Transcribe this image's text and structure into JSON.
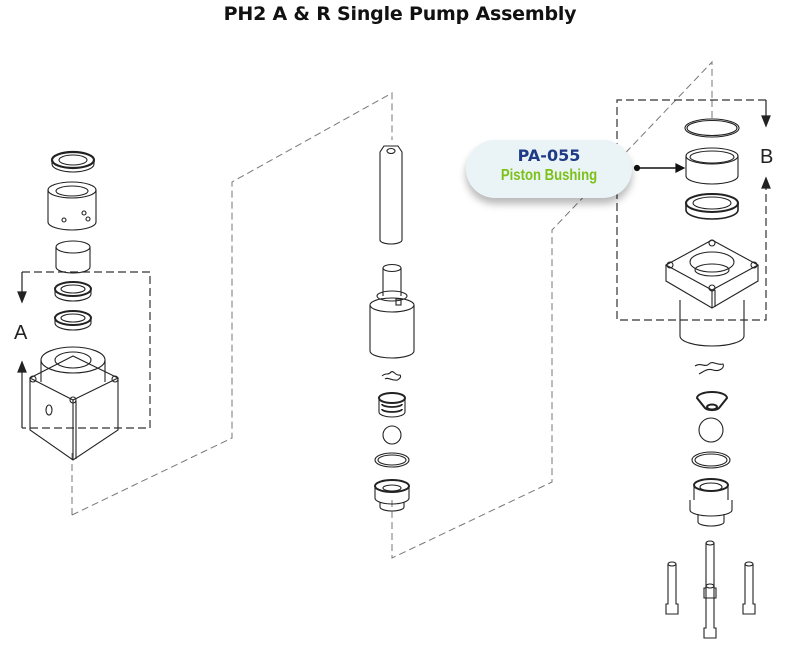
{
  "title": "PH2 A & R Single Pump Assembly",
  "callout": {
    "part_number": "PA-055",
    "part_name": "Piston Bushing",
    "colors": {
      "part_number": "#1f3b87",
      "part_name": "#7cc118",
      "background": "#eaf4f6"
    }
  },
  "group_labels": {
    "a": "A",
    "b": "B"
  },
  "assemblies": [
    {
      "name": "left-manifold-assembly",
      "parts": [
        "wiper-seal",
        "packing-nut",
        "bushing",
        "seal-ring-1",
        "seal-ring-2",
        "manifold-block"
      ],
      "group": "A"
    },
    {
      "name": "center-piston-assembly",
      "parts": [
        "piston-rod",
        "piston",
        "retaining-clip",
        "valve-cage",
        "check-ball",
        "o-ring",
        "valve-seat"
      ]
    },
    {
      "name": "right-cylinder-assembly",
      "parts": [
        "o-ring",
        "piston-bushing",
        "seal-ring",
        "cylinder-flange",
        "retaining-clip",
        "valve-cage",
        "check-ball",
        "o-ring",
        "valve-seat",
        "bolt-1",
        "bolt-2",
        "bolt-3",
        "bolt-4"
      ],
      "group": "B"
    }
  ]
}
